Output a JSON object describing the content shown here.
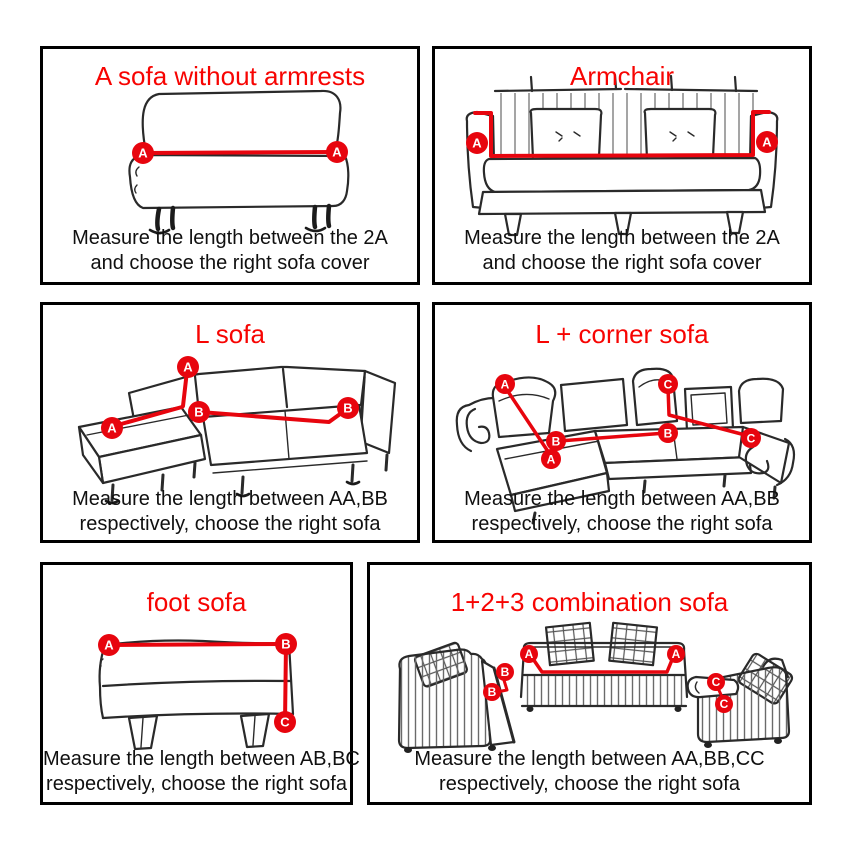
{
  "colors": {
    "page_bg": "#ffffff",
    "panel_border": "#000000",
    "title_red": "#f70402",
    "marker_red": "#e7050e",
    "sketch_ink": "#2a2a2a",
    "caption_ink": "#101010"
  },
  "panels": [
    {
      "id": "sofa-without-armrests",
      "title": "A sofa without armrests",
      "caption_line1": "Measure the length between the 2A",
      "caption_line2": "and choose the right sofa cover",
      "markers": [
        "A",
        "A"
      ]
    },
    {
      "id": "armchair",
      "title": "Armchair",
      "caption_line1": "Measure the length between the 2A",
      "caption_line2": "and choose the right sofa cover",
      "markers": [
        "A",
        "A"
      ]
    },
    {
      "id": "l-sofa",
      "title": "L sofa",
      "caption_line1": "Measure the length between AA,BB",
      "caption_line2": "respectively, choose the right sofa",
      "markers": [
        "A",
        "A",
        "B",
        "B"
      ]
    },
    {
      "id": "l-corner-sofa",
      "title": "L + corner sofa",
      "caption_line1": "Measure the length between AA,BB",
      "caption_line2": "respectively, choose the right sofa",
      "markers": [
        "A",
        "A",
        "B",
        "B",
        "C",
        "C"
      ]
    },
    {
      "id": "foot-sofa",
      "title": "foot sofa",
      "caption_line1": "Measure the length between AB,BC",
      "caption_line2": "respectively, choose the right sofa",
      "markers": [
        "A",
        "B",
        "C"
      ]
    },
    {
      "id": "combination-sofa",
      "title": "1+2+3 combination sofa",
      "caption_line1": "Measure the length between AA,BB,CC",
      "caption_line2": "respectively, choose the right sofa",
      "markers": [
        "B",
        "B",
        "A",
        "A",
        "C",
        "C"
      ]
    }
  ]
}
